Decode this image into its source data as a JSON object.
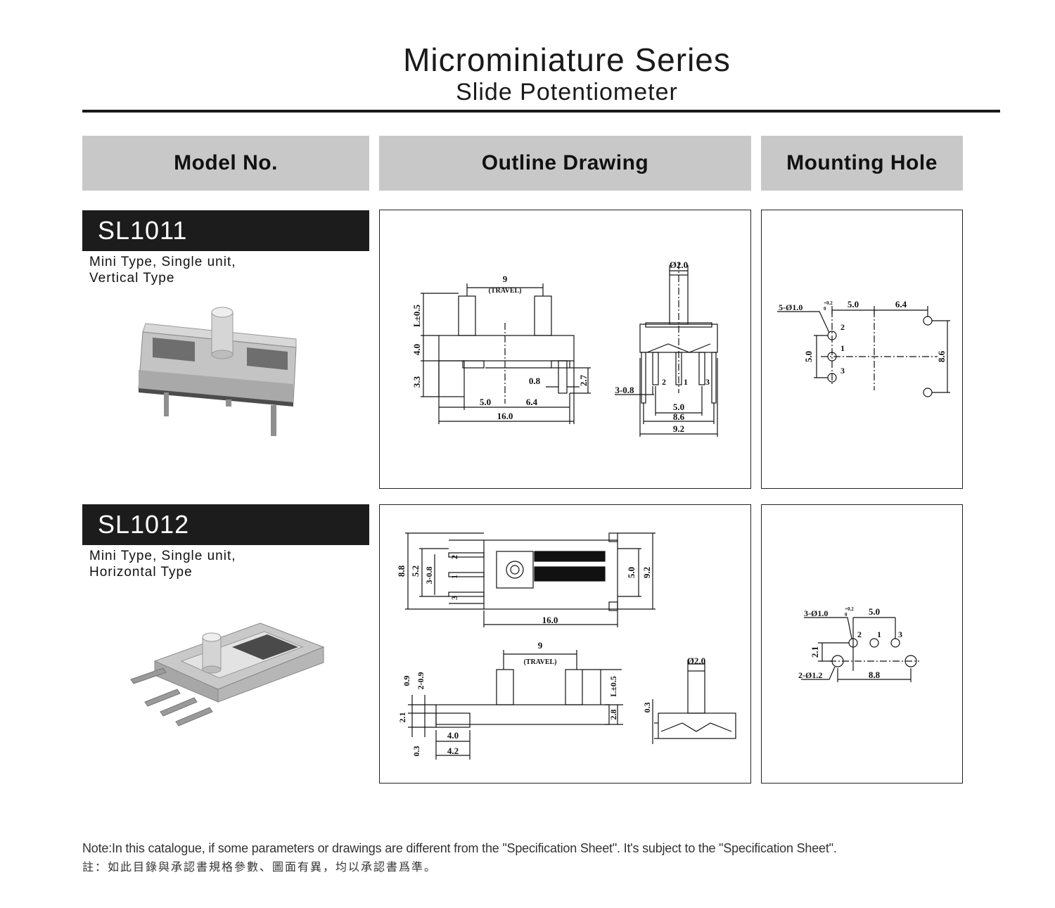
{
  "header": {
    "title": "Microminiature Series",
    "subtitle": "Slide Potentiometer"
  },
  "columns": {
    "model": "Model No.",
    "outline": "Outline Drawing",
    "mounting": "Mounting Hole"
  },
  "products": [
    {
      "model": "SL1011",
      "desc_line1": "Mini Type, Single unit,",
      "desc_line2": "Vertical Type",
      "outline": {
        "travel": "9",
        "travel_label": "(TRAVEL)",
        "dia": "Ø2.0",
        "l": "L±0.5",
        "h1": "4.0",
        "h2": "3.3",
        "pin": "0.8",
        "h3": "2.7",
        "d1": "5.0",
        "d2": "6.4",
        "d3": "16.0",
        "pins": "3-0.8",
        "p2": "2",
        "p1": "1",
        "p3": "3",
        "s1": "5.0",
        "s2": "8.6",
        "s3": "9.2"
      },
      "mounting": {
        "holes": "5-Ø1.0",
        "tol": "+0.2",
        "tol2": "0",
        "d1": "5.0",
        "d2": "6.4",
        "v1": "5.0",
        "v2": "8.6",
        "p2": "2",
        "p1": "1",
        "p3": "3"
      }
    },
    {
      "model": "SL1012",
      "desc_line1": "Mini Type, Single unit,",
      "desc_line2": "Horizontal Type",
      "outline": {
        "h1": "8.8",
        "h2": "5.2",
        "pins": "3-0.8",
        "p2": "2",
        "p1": "1",
        "p3": "3",
        "v1": "5.0",
        "v2": "9.2",
        "w": "16.0",
        "travel": "9",
        "travel_label": "(TRAVEL)",
        "a1": "0.9",
        "a2": "2-0.9",
        "a3": "2.1",
        "a4": "0.3",
        "b1": "4.0",
        "b2": "4.2",
        "l": "L±0.5",
        "c1": "2.8",
        "dia": "Ø2.0",
        "e1": "0.3"
      },
      "mounting": {
        "holes": "3-Ø1.0",
        "tol": "+0.2",
        "tol2": "0",
        "d1": "5.0",
        "v1": "2.1",
        "big": "2-Ø1.2",
        "d2": "8.8",
        "p2": "2",
        "p1": "1",
        "p3": "3"
      }
    }
  ],
  "note": {
    "en": "Note:In this catalogue, if some parameters or drawings are different from the \"Specification Sheet\". It's subject to the \"Specification Sheet\".",
    "zh": "註：如此目錄與承認書規格參數、圖面有異，均以承認書爲準。"
  }
}
